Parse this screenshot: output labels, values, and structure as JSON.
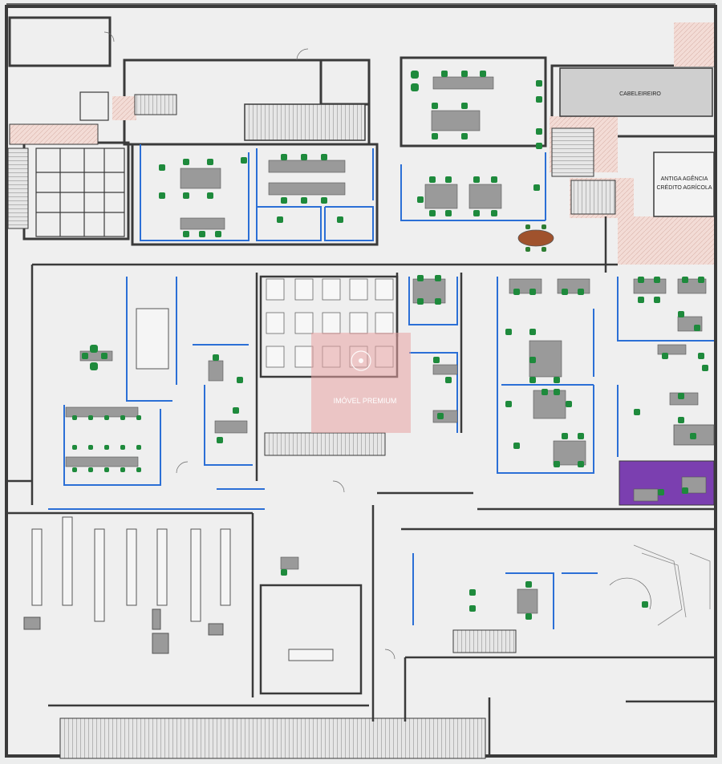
{
  "plan": {
    "background": "#eceded",
    "wall_color": "#3a3a3a",
    "partition_color": "#2b6fd6",
    "chair_color": "#1e8a3c",
    "desk_color": "#8c8c8c",
    "stair_color": "#bdbdbd",
    "hatch_color": "#f0d6d0",
    "purple_room_color": "#7b3fb0",
    "watermark_color": "#e8a3a3",
    "icons": [
      "chair-icon",
      "desk-icon",
      "stair-icon",
      "conference-table-icon",
      "watermark-logo-icon"
    ]
  },
  "labels": {
    "cabeleireiro": "CABELEIREIRO",
    "antiga_agencia_1": "ANTIGA AGÊNCIA",
    "antiga_agencia_2": "CRÉDITO AGRÍCOLA",
    "watermark": "IMÓVEL PREMIUM"
  }
}
